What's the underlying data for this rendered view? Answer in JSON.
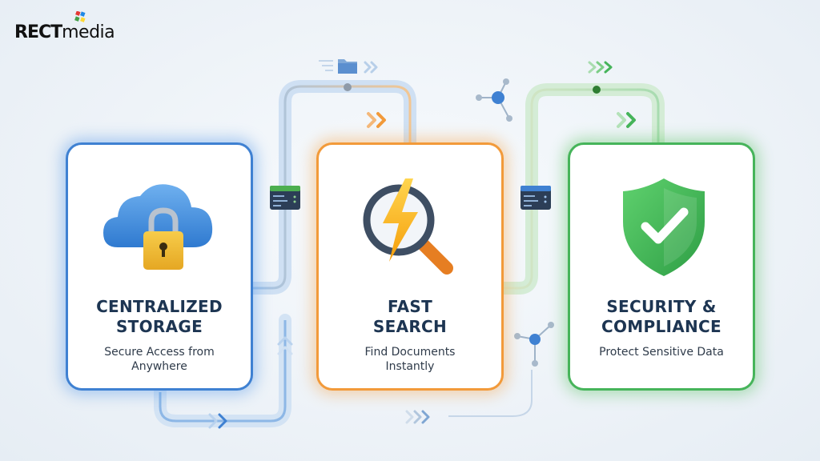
{
  "brand": {
    "logo_text": "RECT",
    "logo_sub": "media"
  },
  "colors": {
    "blue": "#3f81d2",
    "orange": "#f29a3a",
    "green": "#46b45a",
    "title": "#1d3552"
  },
  "cards": [
    {
      "icon": "cloud-lock-icon",
      "title_line1": "CENTRALIZED",
      "title_line2": "STORAGE",
      "sub_line1": "Secure Access from",
      "sub_line2": "Anywhere"
    },
    {
      "icon": "magnifier-lightning-icon",
      "title_line1": "FAST",
      "title_line2": "SEARCH",
      "sub_line1": "Find Documents",
      "sub_line2": "Instantly"
    },
    {
      "icon": "shield-check-icon",
      "title_line1": "SECURITY &",
      "title_line2": "COMPLIANCE",
      "sub_line1": "Protect Sensitive Data",
      "sub_line2": ""
    }
  ]
}
